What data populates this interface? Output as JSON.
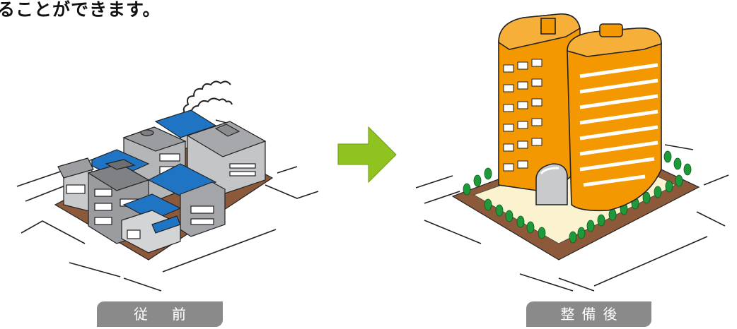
{
  "heading": "ることができます。",
  "labels": {
    "before": "従前",
    "after": "整備後"
  },
  "arrow": {
    "color": "#8fc31f"
  },
  "colors": {
    "roof_blue": "#1f74c4",
    "building_gray": "#b8b9bb",
    "tower_orange": "#f39800",
    "ground_brown": "#8c5a3a",
    "tree_green": "#1e9a3a"
  }
}
